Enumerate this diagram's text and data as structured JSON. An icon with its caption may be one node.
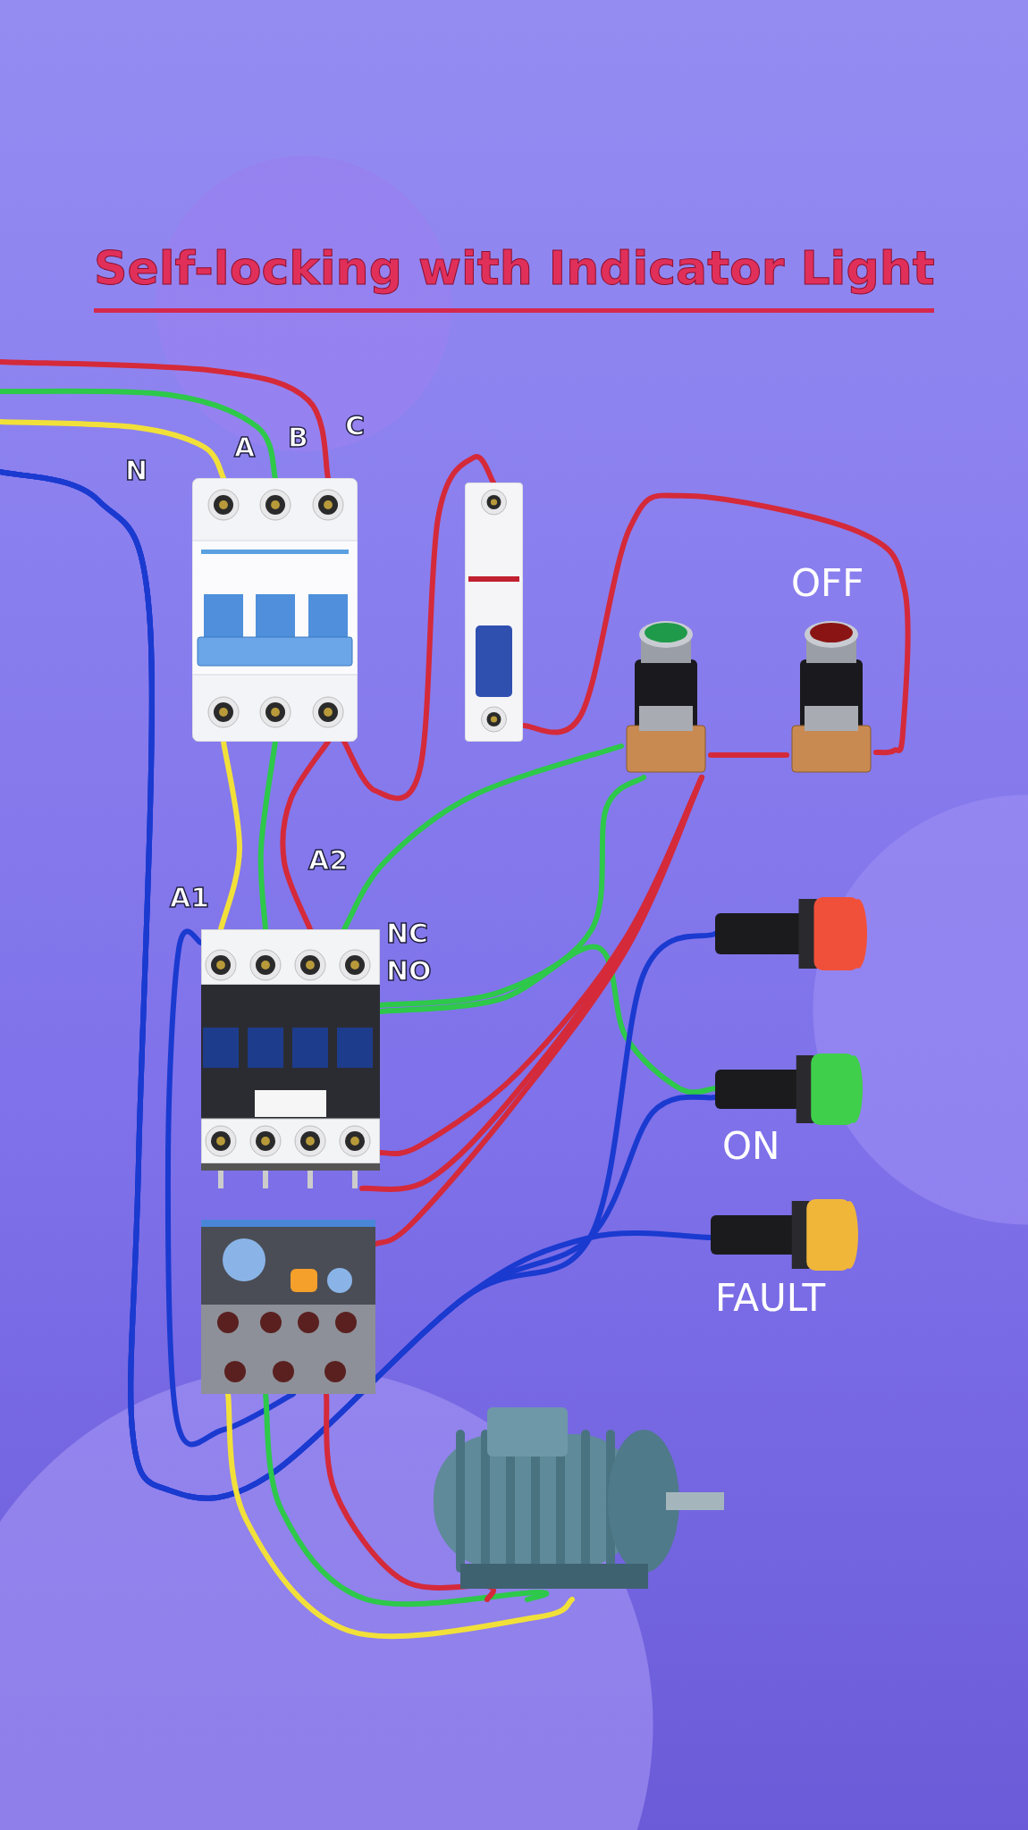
{
  "diagram": {
    "title": "Self-locking with Indicator Light",
    "nodes": [
      {
        "text": [],
        "shape": "picture"
      },
      {
        "text": [],
        "shape": "picture"
      },
      {
        "text": [],
        "shape": "picture"
      },
      {
        "text": [],
        "shape": "picture",
        "beside": [
          "OFF"
        ]
      },
      {
        "text": [],
        "shape": "picture"
      },
      {
        "text": [],
        "shape": "picture"
      },
      {
        "text": [],
        "shape": "picture"
      },
      {
        "text": [],
        "shape": "picture"
      },
      {
        "text": [],
        "shape": "picture",
        "beside": [
          "ON"
        ]
      },
      {
        "text": [],
        "shape": "picture",
        "beside": [
          "FAULT"
        ]
      }
    ],
    "edges": [
      {
        "from": null,
        "to": 0,
        "arrow": "none",
        "color": "#f2e03a"
      },
      {
        "from": null,
        "to": 0,
        "arrow": "none",
        "color": "#2ec84a"
      },
      {
        "from": null,
        "to": 0,
        "arrow": "none",
        "color": "#d42a3a"
      },
      {
        "from": 0,
        "to": 4,
        "arrow": "none",
        "color": "#f2e03a"
      },
      {
        "from": 0,
        "to": 4,
        "arrow": "none",
        "color": "#2ec84a"
      },
      {
        "from": 0,
        "to": 4,
        "arrow": "none",
        "color": "#d42a3a"
      },
      {
        "from": 0,
        "to": 1,
        "arrow": "none",
        "color": "#d42a3a"
      },
      {
        "from": 1,
        "to": 3,
        "arrow": "none",
        "color": "#d42a3a"
      },
      {
        "from": 3,
        "to": 2,
        "arrow": "none",
        "color": "#d42a3a"
      },
      {
        "from": 2,
        "to": 4,
        "arrow": "none",
        "color": "#2ec84a"
      },
      {
        "from": 4,
        "to": 2,
        "arrow": "none",
        "color": "#2ec84a"
      },
      {
        "from": 4,
        "to": 8,
        "arrow": "none",
        "color": "#2ec84a"
      },
      {
        "from": 2,
        "to": 4,
        "arrow": "none",
        "color": "#d42a3a"
      },
      {
        "from": 2,
        "to": 4,
        "arrow": "none",
        "color": "#d42a3a"
      },
      {
        "from": 2,
        "to": 5,
        "arrow": "none",
        "color": "#d42a3a"
      },
      {
        "from": 4,
        "to": 5,
        "arrow": "none",
        "color": "#1a3ad0"
      },
      {
        "from": null,
        "to": 7,
        "arrow": "none",
        "color": "#1a3ad0"
      },
      {
        "from": null,
        "to": 8,
        "arrow": "none",
        "color": "#1a3ad0"
      },
      {
        "from": null,
        "to": 9,
        "arrow": "none",
        "color": "#1a3ad0"
      },
      {
        "from": 5,
        "to": 6,
        "arrow": "none",
        "color": "#f2e03a"
      },
      {
        "from": 5,
        "to": 6,
        "arrow": "none",
        "color": "#2ec84a"
      },
      {
        "from": 5,
        "to": 6,
        "arrow": "none",
        "color": "#d42a3a"
      }
    ],
    "labels": [
      "N",
      "A",
      "B",
      "C",
      "A1",
      "A2",
      "NC",
      "NO"
    ]
  }
}
